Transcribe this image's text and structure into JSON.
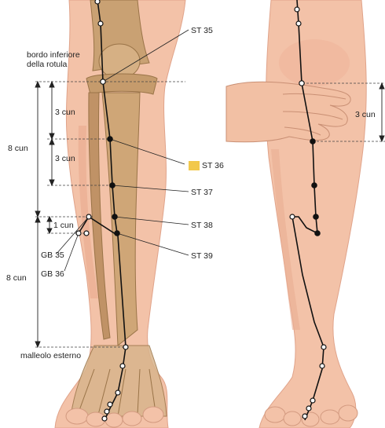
{
  "labels": {
    "bordo": "bordo inferiore della rotula",
    "malleolo": "malleolo esterno",
    "st35": "ST 35",
    "st36": "ST 36",
    "st37": "ST 37",
    "st38": "ST 38",
    "st39": "ST 39",
    "gb35": "GB 35",
    "gb36": "GB 36",
    "cun3a": "3 cun",
    "cun3b": "3 cun",
    "cun8a": "8 cun",
    "cun8b": "8 cun",
    "cun1": "1 cun",
    "cun3right": "3 cun"
  },
  "colors": {
    "skin": "#f3c2a8",
    "skin_shadow": "#e5a88e",
    "bone": "#c9a173",
    "bone_dark": "#9a7448",
    "channel_line": "#111111",
    "highlight": "#f2c84b"
  }
}
